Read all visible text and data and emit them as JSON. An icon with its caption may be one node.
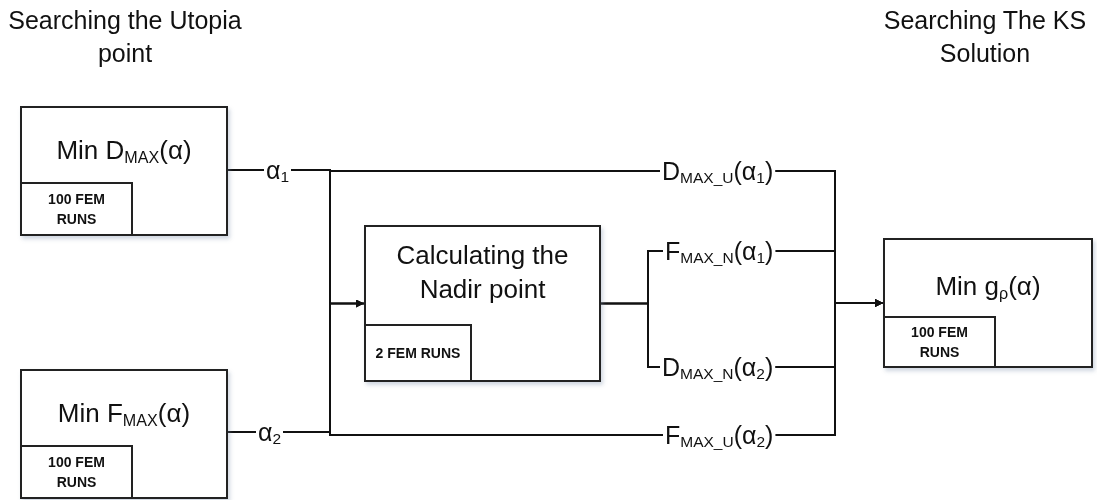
{
  "diagram": {
    "nodes": [
      {
        "text": [
          "Min D$_{MAX}$(α)"
        ]
      },
      {
        "text": [
          "100 FEM RUNS"
        ],
        "in": 0
      },
      {
        "text": [
          "Min F$_{MAX}$(α)"
        ]
      },
      {
        "text": [
          "100 FEM RUNS"
        ],
        "in": 2
      },
      {
        "text": [
          "α$_{1}$"
        ]
      },
      {
        "text": [
          "α$_{2}$"
        ]
      },
      {
        "text": [
          "Calculating the Nadir point"
        ]
      },
      {
        "text": [
          "2 FEM RUNS"
        ],
        "in": 6
      },
      {
        "text": [
          "D$_{MAX_U}$(α$_{1}$)"
        ]
      },
      {
        "text": [
          "F$_{MAX_N}$(α$_{1}$)"
        ]
      },
      {
        "text": [
          "D$_{MAX_N}$(α$_{2}$)"
        ]
      },
      {
        "text": [
          "F$_{MAX_U}$(α$_{2}$)"
        ]
      },
      {
        "text": [
          "Min g$_{ρ}$(α)"
        ]
      },
      {
        "text": [
          "100 FEM RUNS"
        ],
        "in": 12
      }
    ],
    "edges": [
      {
        "from": 0,
        "to": 4,
        "arrow": "none"
      },
      {
        "from": 2,
        "to": 5,
        "arrow": "none"
      },
      {
        "from": 4,
        "to": 8,
        "arrow": "none"
      },
      {
        "from": 5,
        "to": 11,
        "arrow": "none"
      },
      {
        "from": 4,
        "to": 6,
        "arrow": "to"
      },
      {
        "from": 5,
        "to": 6,
        "arrow": "to"
      },
      {
        "from": 6,
        "to": 9,
        "arrow": "none"
      },
      {
        "from": 6,
        "to": 10,
        "arrow": "none"
      },
      {
        "from": 8,
        "to": 12,
        "arrow": "to"
      },
      {
        "from": 9,
        "to": 12,
        "arrow": "to"
      },
      {
        "from": 10,
        "to": 12,
        "arrow": "to"
      },
      {
        "from": 11,
        "to": 12,
        "arrow": "to"
      }
    ],
    "labels": [
      "Searching the Utopia point",
      "Searching The KS Solution"
    ]
  }
}
